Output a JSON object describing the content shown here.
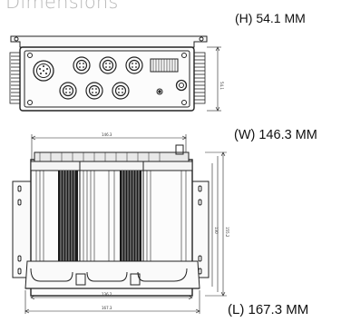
{
  "title": "Dimensions",
  "labels": {
    "height": "(H)  54.1  MM",
    "width": "(W) 146.3  MM",
    "length": "(L) 167.3  MM"
  }
}
